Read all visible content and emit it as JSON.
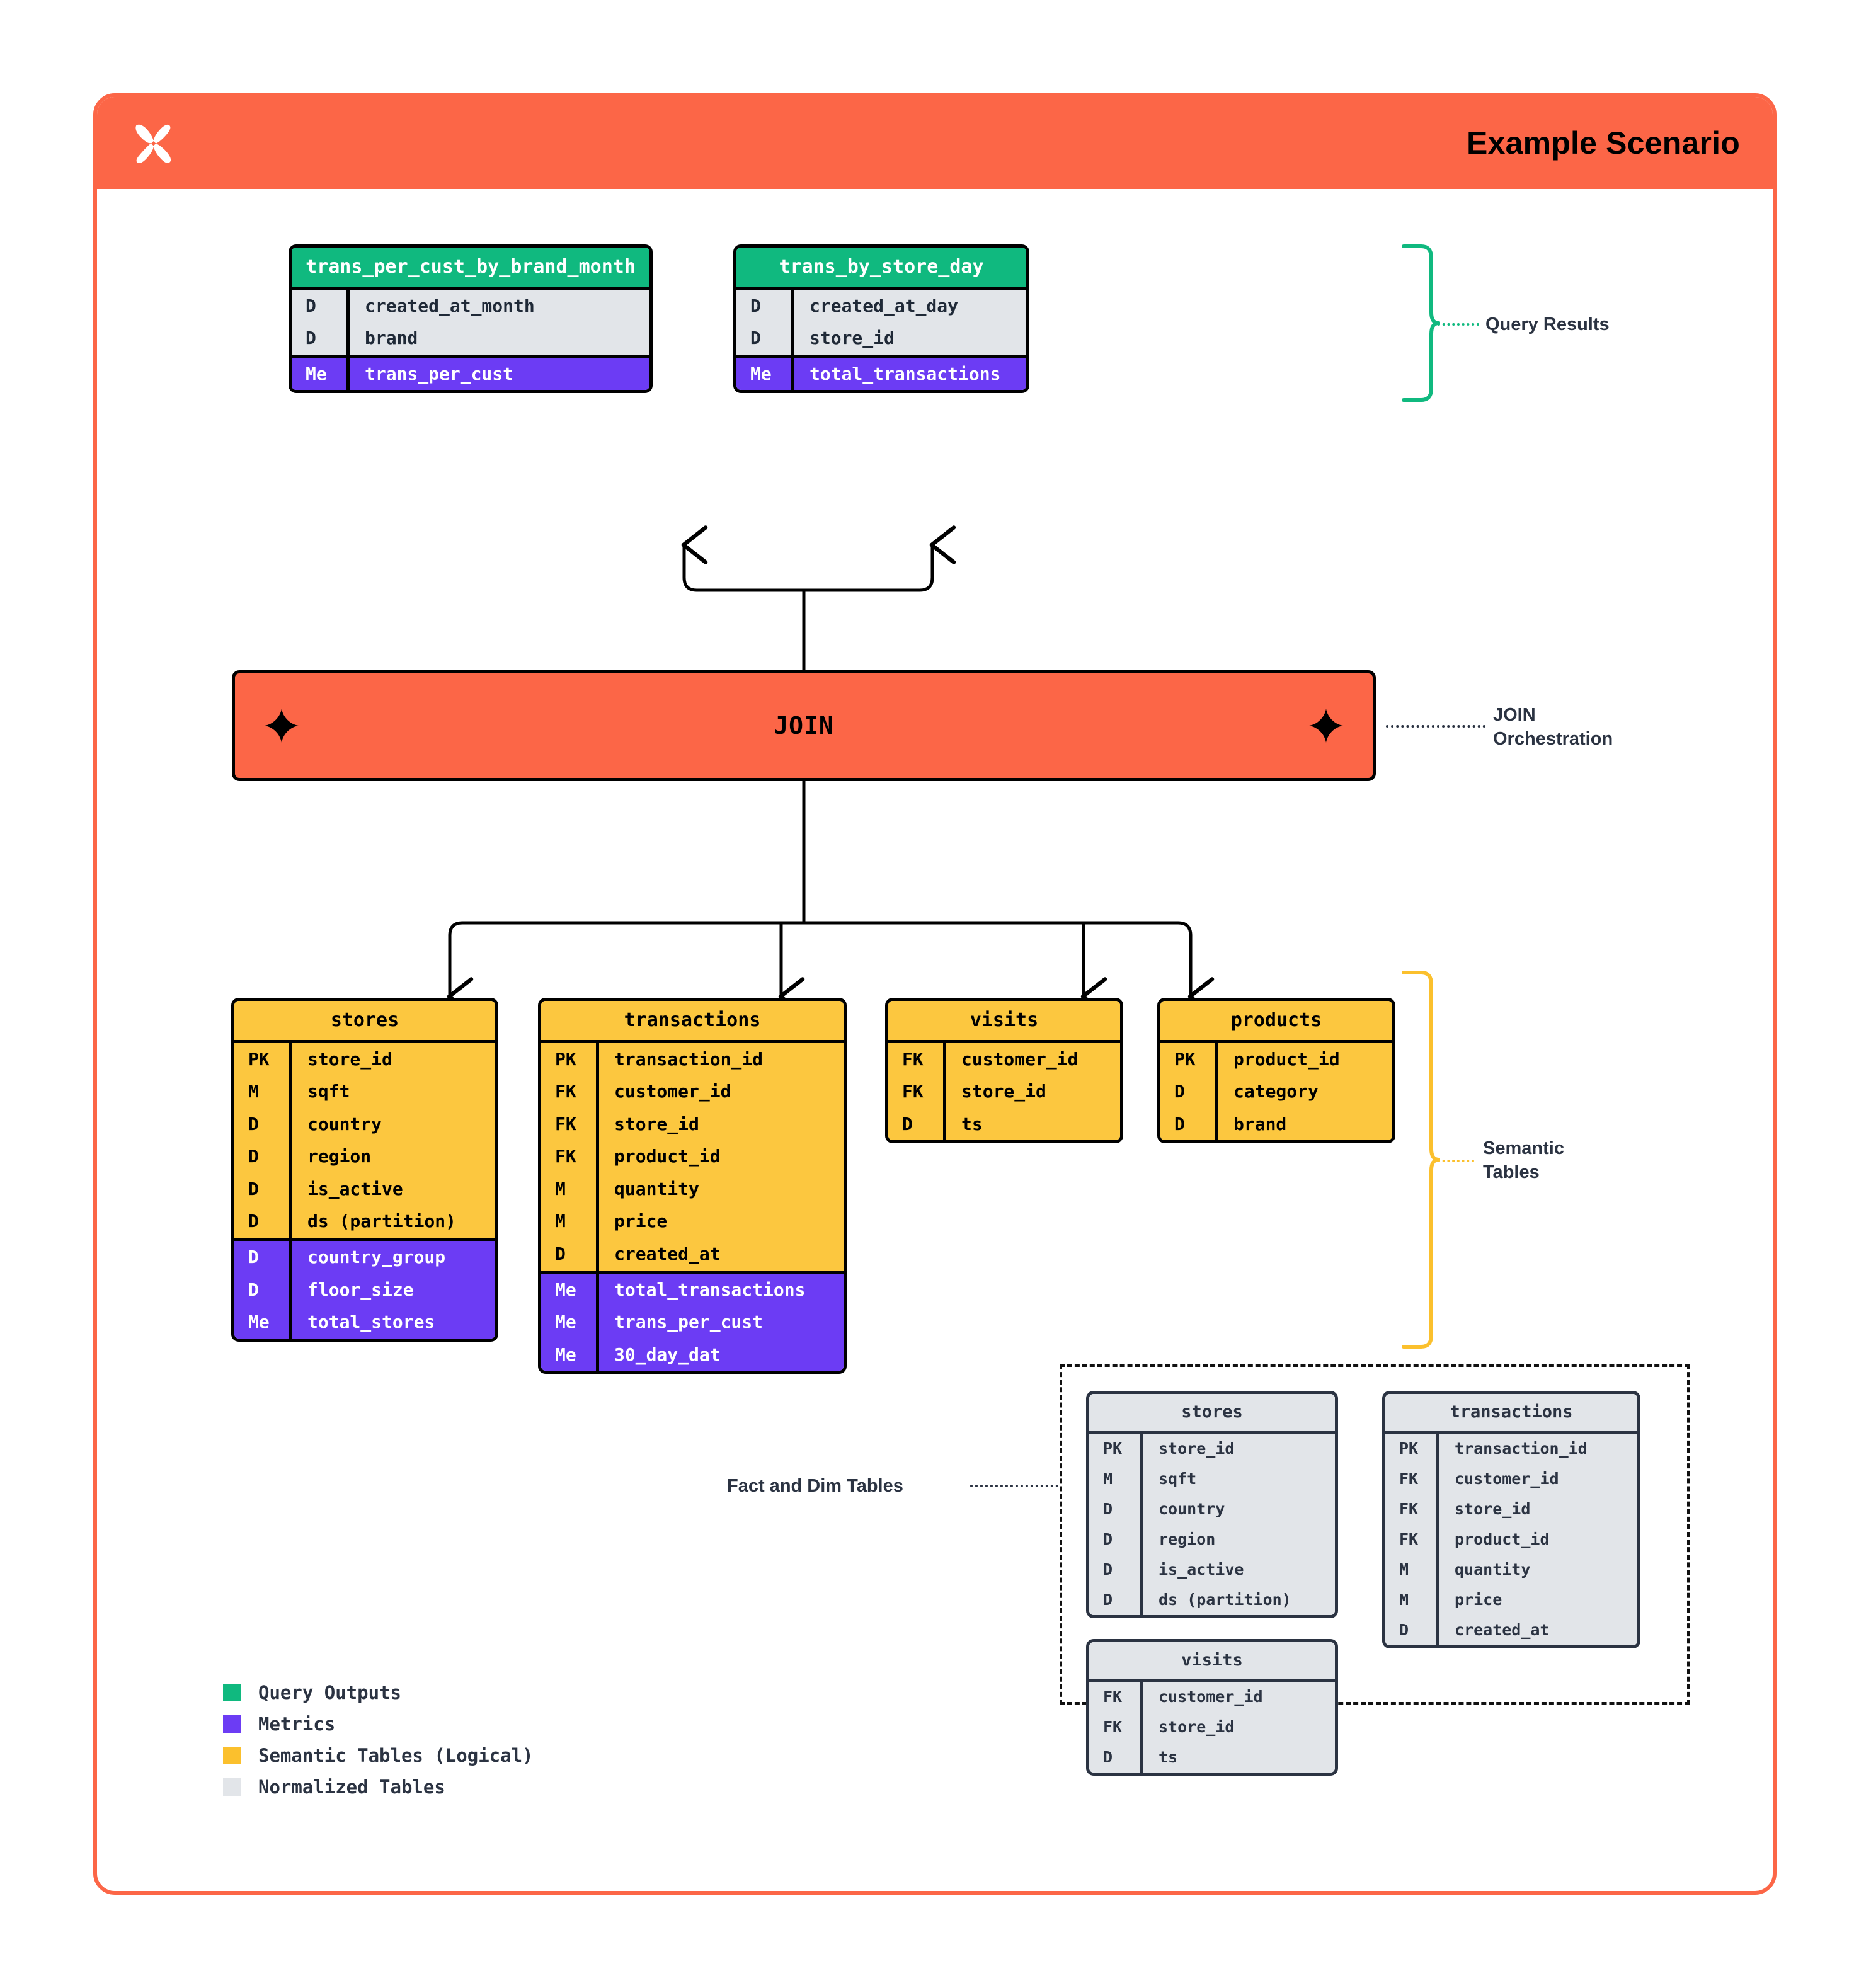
{
  "header": {
    "title": "Example Scenario",
    "logo_icon": "butterfly-x-logo",
    "bg_color": "#FC6647"
  },
  "colors": {
    "query_output": "#10B97F",
    "metrics": "#6C3CF4",
    "semantic": "#FBC02D",
    "normalized": "#E2E5E9",
    "accent": "#FC6647",
    "ink": "#2B3342"
  },
  "join": {
    "label": "JOIN",
    "left_icon": "sparkle-icon",
    "right_icon": "sparkle-icon"
  },
  "query_results": [
    {
      "name": "trans_per_cust_by_brand_month",
      "columns": [
        {
          "key": "D",
          "field": "created_at_month"
        },
        {
          "key": "D",
          "field": "brand"
        }
      ],
      "metrics": [
        {
          "key": "Me",
          "field": "trans_per_cust"
        }
      ]
    },
    {
      "name": "trans_by_store_day",
      "columns": [
        {
          "key": "D",
          "field": "created_at_day"
        },
        {
          "key": "D",
          "field": "store_id"
        }
      ],
      "metrics": [
        {
          "key": "Me",
          "field": "total_transactions"
        }
      ]
    }
  ],
  "semantic_tables": [
    {
      "name": "stores",
      "columns": [
        {
          "key": "PK",
          "field": "store_id"
        },
        {
          "key": "M",
          "field": "sqft"
        },
        {
          "key": "D",
          "field": "country"
        },
        {
          "key": "D",
          "field": "region"
        },
        {
          "key": "D",
          "field": "is_active"
        },
        {
          "key": "D",
          "field": "ds (partition)"
        }
      ],
      "metrics": [
        {
          "key": "D",
          "field": "country_group"
        },
        {
          "key": "D",
          "field": "floor_size"
        },
        {
          "key": "Me",
          "field": "total_stores"
        }
      ]
    },
    {
      "name": "transactions",
      "columns": [
        {
          "key": "PK",
          "field": "transaction_id"
        },
        {
          "key": "FK",
          "field": "customer_id"
        },
        {
          "key": "FK",
          "field": "store_id"
        },
        {
          "key": "FK",
          "field": "product_id"
        },
        {
          "key": "M",
          "field": "quantity"
        },
        {
          "key": "M",
          "field": "price"
        },
        {
          "key": "D",
          "field": "created_at"
        }
      ],
      "metrics": [
        {
          "key": "Me",
          "field": "total_transactions"
        },
        {
          "key": "Me",
          "field": "trans_per_cust"
        },
        {
          "key": "Me",
          "field": "30_day_dat"
        }
      ]
    },
    {
      "name": "visits",
      "columns": [
        {
          "key": "FK",
          "field": "customer_id"
        },
        {
          "key": "FK",
          "field": "store_id"
        },
        {
          "key": "D",
          "field": "ts"
        }
      ],
      "metrics": []
    },
    {
      "name": "products",
      "columns": [
        {
          "key": "PK",
          "field": "product_id"
        },
        {
          "key": "D",
          "field": "category"
        },
        {
          "key": "D",
          "field": "brand"
        }
      ],
      "metrics": []
    }
  ],
  "normalized_tables": [
    {
      "name": "stores",
      "columns": [
        {
          "key": "PK",
          "field": "store_id"
        },
        {
          "key": "M",
          "field": "sqft"
        },
        {
          "key": "D",
          "field": "country"
        },
        {
          "key": "D",
          "field": "region"
        },
        {
          "key": "D",
          "field": "is_active"
        },
        {
          "key": "D",
          "field": "ds (partition)"
        }
      ]
    },
    {
      "name": "transactions",
      "columns": [
        {
          "key": "PK",
          "field": "transaction_id"
        },
        {
          "key": "FK",
          "field": "customer_id"
        },
        {
          "key": "FK",
          "field": "store_id"
        },
        {
          "key": "FK",
          "field": "product_id"
        },
        {
          "key": "M",
          "field": "quantity"
        },
        {
          "key": "M",
          "field": "price"
        },
        {
          "key": "D",
          "field": "created_at"
        }
      ]
    },
    {
      "name": "visits",
      "columns": [
        {
          "key": "FK",
          "field": "customer_id"
        },
        {
          "key": "FK",
          "field": "store_id"
        },
        {
          "key": "D",
          "field": "ts"
        }
      ]
    }
  ],
  "annotations": {
    "query_results": "Query Results",
    "join_orchestration_line1": "JOIN",
    "join_orchestration_line2": "Orchestration",
    "semantic_tables_line1": "Semantic",
    "semantic_tables_line2": "Tables",
    "fact_and_dim_tables": "Fact and Dim Tables"
  },
  "legend": [
    {
      "label": "Query Outputs",
      "color": "#10B97F"
    },
    {
      "label": "Metrics",
      "color": "#6C3CF4"
    },
    {
      "label": "Semantic Tables (Logical)",
      "color": "#FBC02D"
    },
    {
      "label": "Normalized Tables",
      "color": "#E2E5E9"
    }
  ]
}
